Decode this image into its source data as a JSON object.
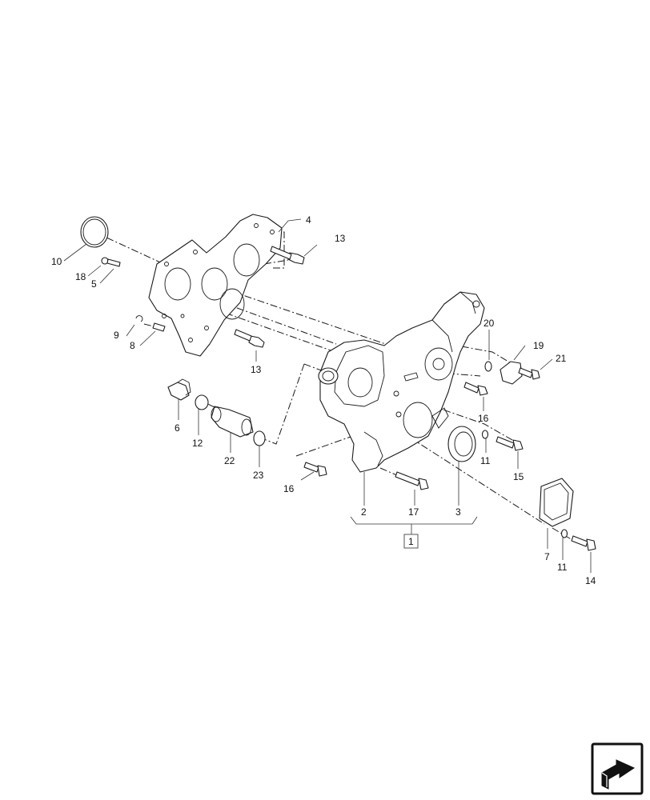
{
  "callouts": {
    "c1": "1",
    "c2": "2",
    "c3": "3",
    "c4": "4",
    "c5": "5",
    "c6": "6",
    "c7": "7",
    "c8": "8",
    "c9": "9",
    "c10": "10",
    "c11a": "11",
    "c11b": "11",
    "c12": "12",
    "c13a": "13",
    "c13b": "13",
    "c14": "14",
    "c15": "15",
    "c16a": "16",
    "c16b": "16",
    "c17": "17",
    "c18": "18",
    "c19": "19",
    "c20": "20",
    "c21": "21",
    "c22": "22",
    "c23": "23"
  },
  "icons": {
    "navigation": "forward-arrow-icon"
  },
  "colors": {
    "line": "#1a1a1a",
    "background": "#ffffff"
  }
}
